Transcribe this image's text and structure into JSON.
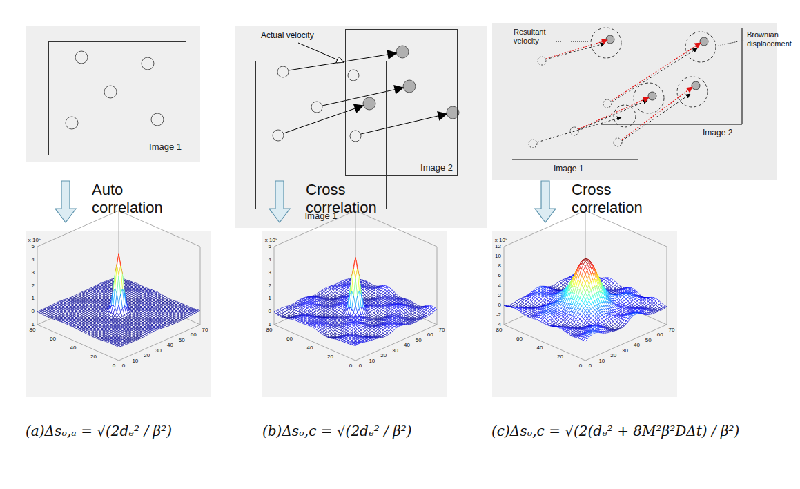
{
  "diagram": {
    "nodes": [
      {
        "text": [
          "Image 1"
        ]
      },
      {
        "text": [
          "Image 1"
        ]
      },
      {
        "text": [
          "Image 2"
        ]
      }
    ],
    "labels": [
      "Actual velocity",
      "Resultant velocity",
      "Brownian displacement",
      "Image 2",
      "Image 1",
      "Auto correlation",
      "Cross correlation",
      "Cross correlation",
      "x 10⁵",
      "5",
      "4",
      "3",
      "2",
      "1",
      "0",
      "-1",
      "80",
      "60",
      "40",
      "20",
      "0",
      "0",
      "10",
      "20",
      "30",
      "40",
      "50",
      "60",
      "70",
      "x 10⁵",
      "5",
      "4",
      "3",
      "2",
      "1",
      "0",
      "-1",
      "80",
      "60",
      "40",
      "20",
      "0",
      "0",
      "10",
      "20",
      "30",
      "40",
      "50",
      "60",
      "70",
      "x 10⁵",
      "12",
      "10",
      "8",
      "6",
      "4",
      "2",
      "0",
      "-2",
      "-4",
      "80",
      "60",
      "40",
      "20",
      "0",
      "0",
      "10",
      "20",
      "30",
      "40",
      "50",
      "60",
      "70",
      "(a)Δsₒ,ₐ = √(2dₑ² / β²)",
      "(b)Δsₒ,c = √(2dₑ² / β²)",
      "(c)Δsₒ,c = √(2(dₑ² + 8M²β²DΔt) / β²)"
    ]
  }
}
